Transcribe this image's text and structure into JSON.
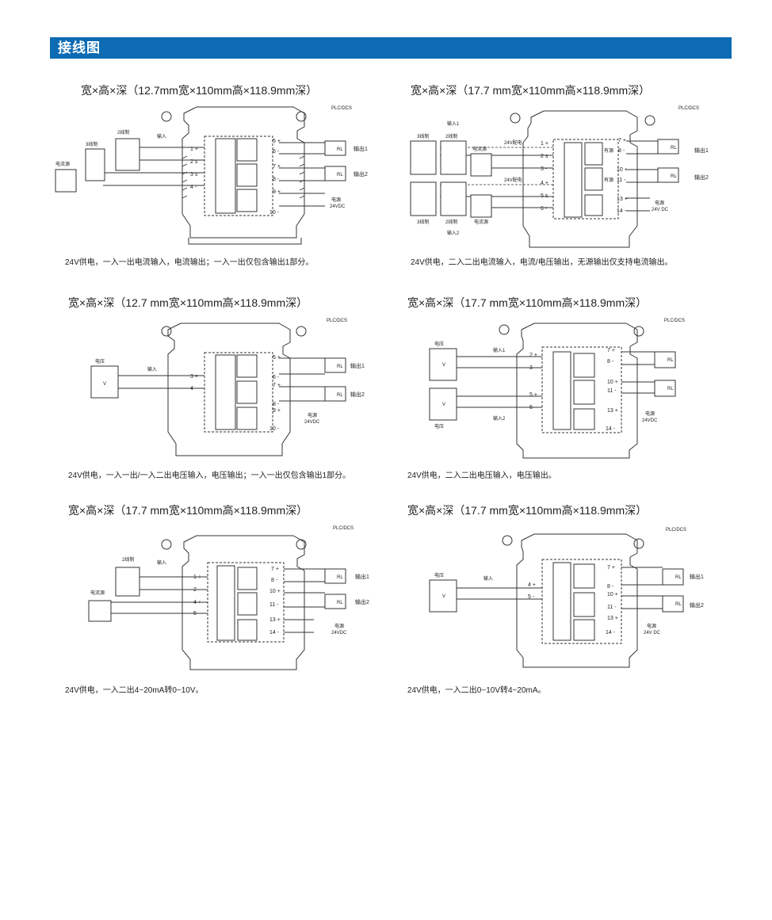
{
  "header": {
    "title": "接线图"
  },
  "common": {
    "plc": "PLC/DCS",
    "rl": "RL",
    "out1": "输出1",
    "out2": "输出2",
    "power": "电源",
    "vdc": "24VDC",
    "vdc_spaced": "24V DC",
    "input": "输入",
    "input1": "输入1",
    "input2": "输入2",
    "two_wire": "2线制",
    "three_wire": "3线制",
    "current_source": "电流源",
    "voltage": "电压",
    "power_24v": "24V配电",
    "no_source": "有源",
    "v": "V",
    "ma": "mA"
  },
  "panels": [
    {
      "title": "宽×高×深（12.7mm宽×110mm高×118.9mm深）",
      "caption": "24V供电，一入一出电流输入，电流输出；一入一出仅包含输出1部分。",
      "in_terms": [
        "1 +",
        "2 s",
        "3 s",
        "4 -"
      ],
      "out_terms": [
        "5 +",
        "6 -",
        "7 +",
        "8 -",
        "9 +",
        "10 -"
      ]
    },
    {
      "title": "宽×高×深（17.7 mm宽×110mm高×118.9mm深）",
      "caption": "24V供电，二入二出电流输入，电流/电压输出，无源输出仅支持电流输出。",
      "in_terms": [
        "1 +",
        "2 s",
        "3 -",
        "4 +",
        "5 s",
        "6 -"
      ],
      "out_terms": [
        "7 +",
        "8 -",
        "10 +",
        "11 -",
        "13 +",
        "14 -"
      ]
    },
    {
      "title": "宽×高×深（12.7 mm宽×110mm高×118.9mm深）",
      "caption": "24V供电，一入一出/一入二出电压输入，电压输出；一入一出仅包含输出1部分。",
      "in_terms": [
        "3 +",
        "4 -"
      ],
      "out_terms": [
        "5 +",
        "6 -",
        "7 +",
        "8 -",
        "9 +",
        "10 -"
      ]
    },
    {
      "title": "宽×高×深（17.7 mm宽×110mm高×118.9mm深）",
      "caption": "24V供电，二入二出电压输入，电压输出。",
      "in_terms": [
        "2 +",
        "3 -",
        "5 +",
        "6 -"
      ],
      "out_terms": [
        "7 +",
        "8 -",
        "10 +",
        "11 -",
        "13 +",
        "14 -"
      ]
    },
    {
      "title": "宽×高×深（17.7 mm宽×110mm高×118.9mm深）",
      "caption": "24V供电，一入二出4~20mA转0~10V。",
      "in_terms": [
        "1 +",
        "2 -",
        "4 +",
        "5 -"
      ],
      "out_terms": [
        "7 +",
        "8 -",
        "10 +",
        "11 -",
        "13 +",
        "14 -"
      ]
    },
    {
      "title": "宽×高×深（17.7 mm宽×110mm高×118.9mm深）",
      "caption": "24V供电，一入二出0~10V转4~20mA。",
      "in_terms": [
        "4 +",
        "5 -"
      ],
      "out_terms": [
        "7 +",
        "8 -",
        "10 +",
        "11 -",
        "13 +",
        "14 -"
      ]
    }
  ]
}
